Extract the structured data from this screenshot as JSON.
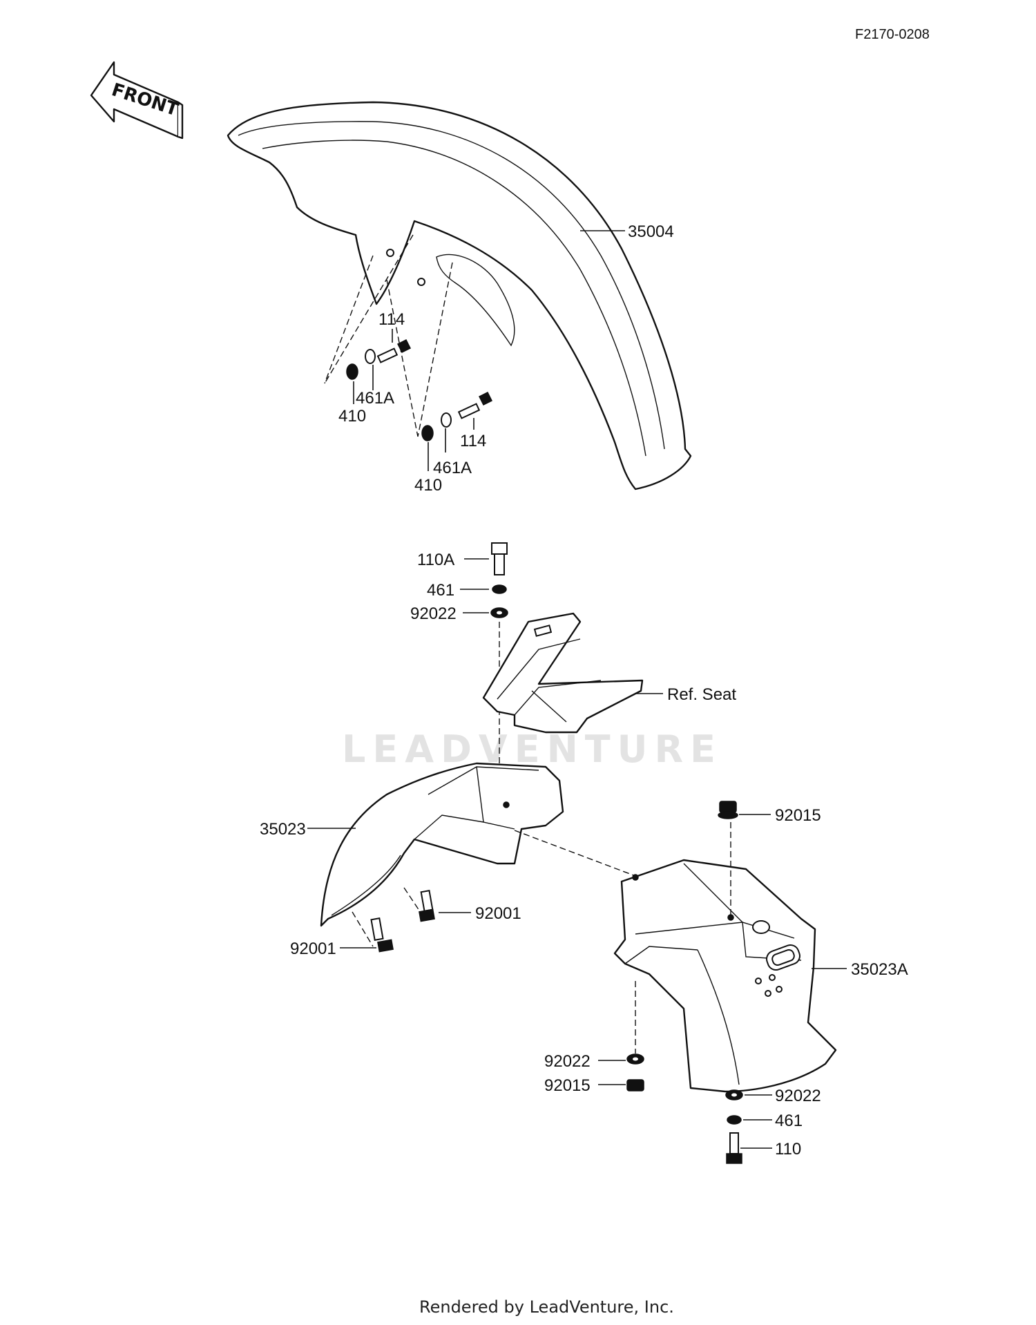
{
  "diagram_code": "F2170-0208",
  "front_arrow": "FRONT",
  "watermark": "LEADVENTURE",
  "footer": "Rendered by LeadVenture, Inc.",
  "ref_seat": "Ref. Seat",
  "parts": {
    "p35004": "35004",
    "p114_a": "114",
    "p114_b": "114",
    "p461A_a": "461A",
    "p461A_b": "461A",
    "p410_a": "410",
    "p410_b": "410",
    "p110A": "110A",
    "p461_top": "461",
    "p92022_top": "92022",
    "p35023": "35023",
    "p92001_a": "92001",
    "p92001_b": "92001",
    "p92015_top": "92015",
    "p35023A": "35023A",
    "p92022_mid": "92022",
    "p92015_bot": "92015",
    "p92022_right": "92022",
    "p461_right": "461",
    "p110": "110"
  },
  "icons": {
    "front-arrow": "left-pointing arrow",
    "bolt": "hex bolt",
    "washer": "flat washer",
    "lock-washer": "lock washer",
    "nut": "flange nut"
  }
}
